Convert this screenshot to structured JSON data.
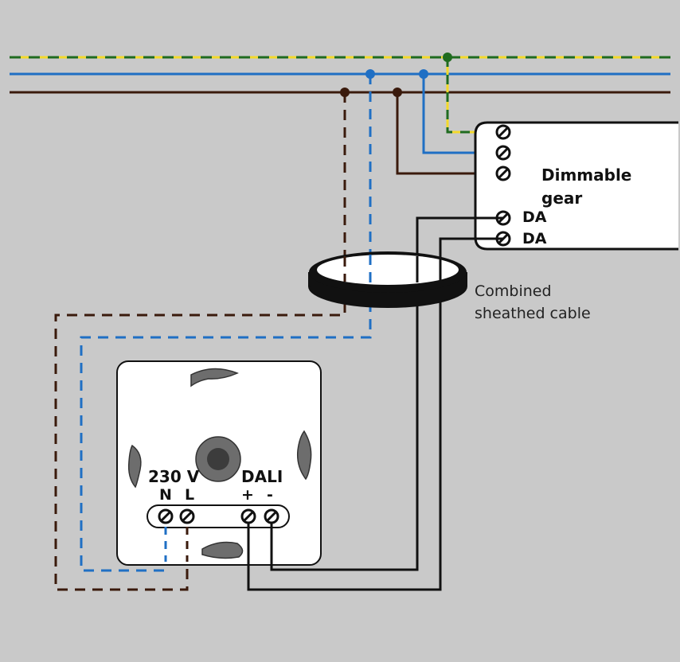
{
  "colors": {
    "background": "#c9c9c9",
    "earth_green": "#1f6b1f",
    "earth_yellow": "#f3d92a",
    "neutral_blue": "#1f6fc4",
    "live_brown": "#3a1a0c",
    "dali_black": "#111111",
    "panel_white": "#ffffff",
    "knob_grey": "#6d6d6d"
  },
  "gear": {
    "title_line1": "Dimmable",
    "title_line2": "gear",
    "terminal_da1": "DA",
    "terminal_da2": "DA"
  },
  "cable": {
    "label_line1": "Combined",
    "label_line2": "sheathed cable"
  },
  "switch": {
    "power_label": "230 V",
    "dali_label": "DALI",
    "neutral_label": "N",
    "live_label": "L",
    "plus_label": "+",
    "minus_label": "-"
  }
}
